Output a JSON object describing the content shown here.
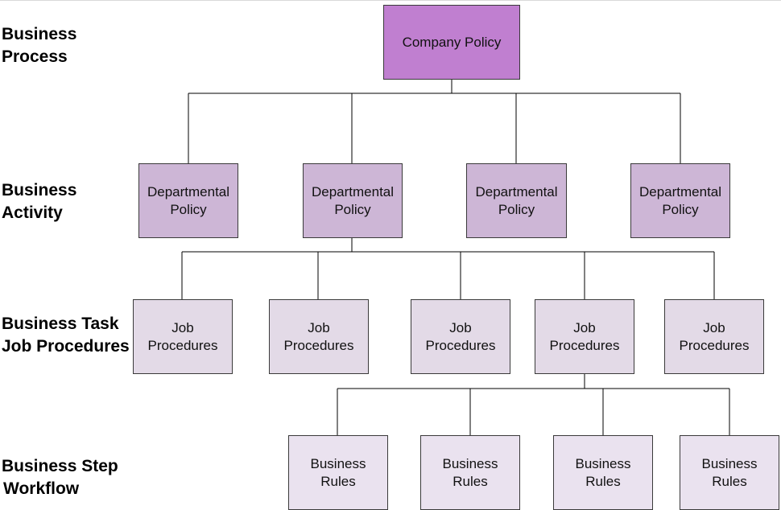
{
  "levels": {
    "process": [
      "Business",
      "Process"
    ],
    "activity": [
      "Business",
      "Activity"
    ],
    "task": [
      "Business Task",
      "Job Procedures"
    ],
    "step": [
      "Business Step",
      "Workflow"
    ]
  },
  "nodes": {
    "company": "Company Policy",
    "departmental": [
      "Departmental\nPolicy",
      "Departmental\nPolicy",
      "Departmental\nPolicy",
      "Departmental\nPolicy"
    ],
    "job": [
      "Job\nProcedures",
      "Job\nProcedures",
      "Job\nProcedures",
      "Job\nProcedures",
      "Job\nProcedures"
    ],
    "rules": [
      "Business\nRules",
      "Business\nRules",
      "Business\nRules",
      "Business\nRules"
    ]
  },
  "colors": {
    "level0": "#c07fd0",
    "level1": "#cdb6d6",
    "level2": "#e3dae7",
    "level3": "#eae2ef",
    "border": "#3a3a3a",
    "connector": "#000000"
  }
}
